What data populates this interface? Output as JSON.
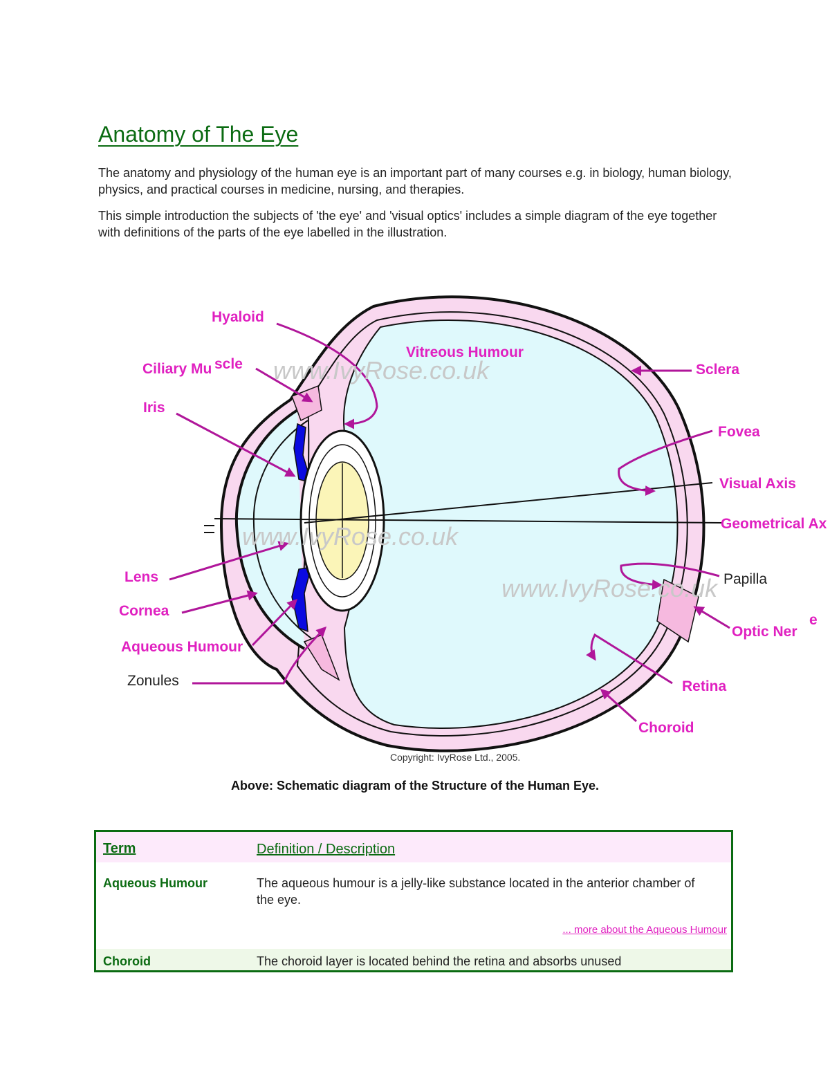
{
  "page": {
    "title": "Anatomy of The Eye",
    "intro_1": "The anatomy and physiology of the human eye is an important part of many courses e.g. in biology, human biology, physics, and practical courses in medicine, nursing, and therapies.",
    "intro_2": "This simple introduction the subjects of 'the eye' and 'visual optics' includes a simple diagram of the eye together with definitions of the parts of the eye labelled in the illustration."
  },
  "diagram": {
    "labels": {
      "hyaloid": "Hyaloid",
      "ciliary_muscle_a": "Ciliary Mu",
      "ciliary_muscle_b": "scle",
      "iris": "Iris",
      "vitreous_humour": "Vitreous Humour",
      "sclera": "Sclera",
      "fovea": "Fovea",
      "visual_axis": "Visual Axis",
      "geometrical_axis": "Geometrical Ax",
      "lens": "Lens",
      "cornea": "Cornea",
      "aqueous_humour": "Aqueous Humour",
      "zonules": "Zonules",
      "papilla": "Papilla",
      "optic_nerve_a": "Optic Ner",
      "optic_nerve_b": "e",
      "retina": "Retina",
      "choroid": "Choroid"
    },
    "watermark": "www.IvyRose.co.uk",
    "copyright": "Copyright: IvyRose Ltd., 2005.",
    "colors": {
      "label_magenta": "#e020c0",
      "sclera_pink": "#f9d8ef",
      "vitreous_blue": "#dff9fc",
      "lens_yellow": "#fbf5b8",
      "iris_blue": "#0a0ae0"
    }
  },
  "caption": "Above: Schematic diagram of the Structure of the Human Eye.",
  "table": {
    "header": {
      "term": "Term",
      "definition": "Definition / Description"
    },
    "rows": [
      {
        "term": "Aqueous Humour",
        "definition": "The aqueous humour is a jelly-like substance located in the anterior chamber of the eye.",
        "link": "... more about the Aqueous Humour"
      },
      {
        "term": "Choroid",
        "definition": "The choroid layer is located behind the retina and absorbs unused"
      }
    ]
  }
}
